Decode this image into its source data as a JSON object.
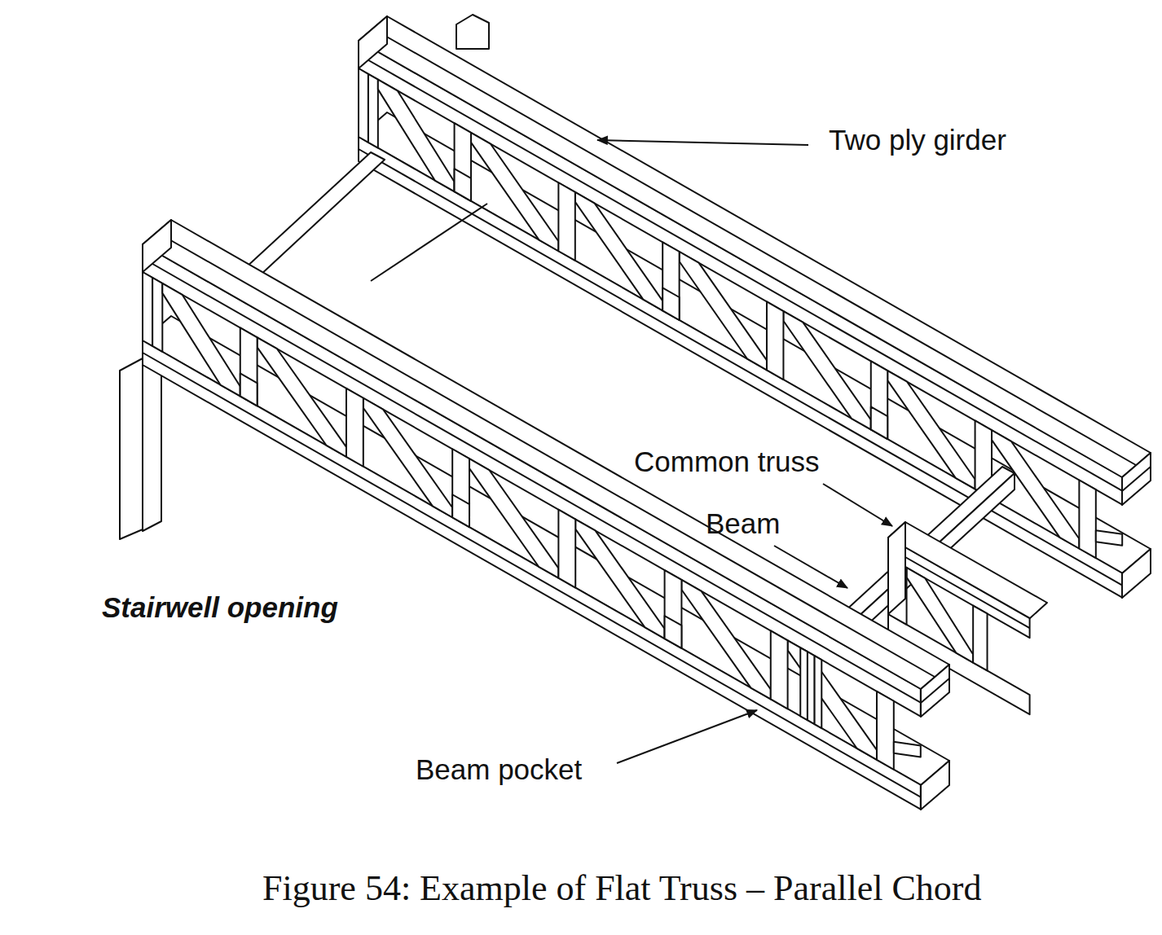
{
  "diagram": {
    "caption": "Figure 54: Example of Flat Truss – Parallel Chord",
    "labels": [
      "Two ply girder",
      "Common truss",
      "Beam",
      "Stairwell opening",
      "Beam pocket"
    ]
  }
}
